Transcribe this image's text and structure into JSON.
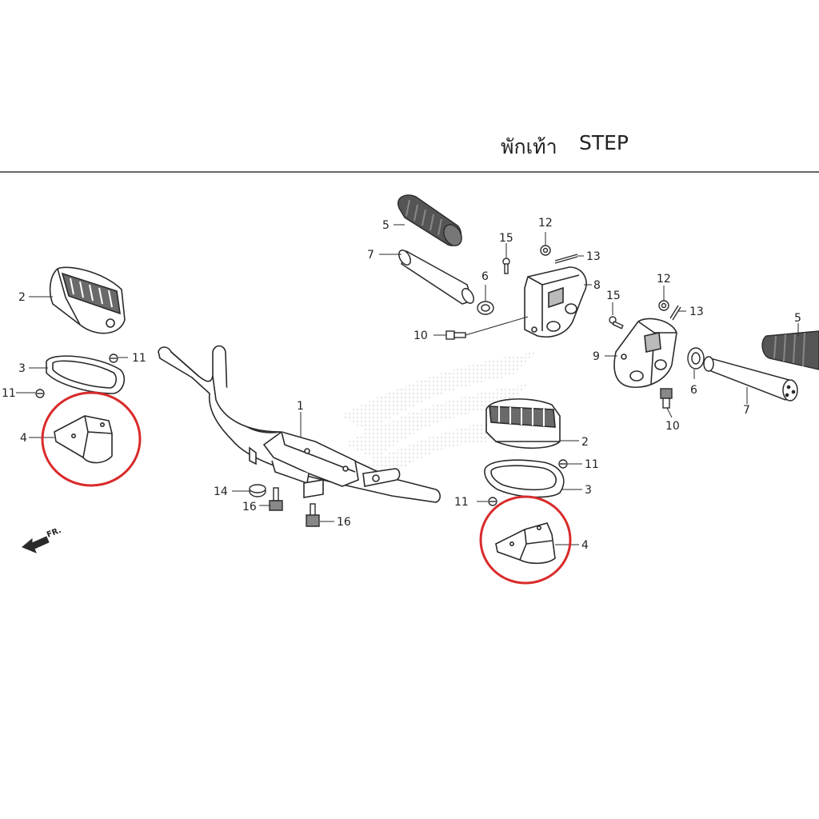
{
  "header": {
    "title_thai": "พักเท้า",
    "title_eng": "STEP"
  },
  "direction": {
    "label": "FR."
  },
  "callouts": {
    "c1": "1",
    "c2_left": "2",
    "c2_right": "2",
    "c3_left": "3",
    "c3_right": "3",
    "c4_left": "4",
    "c4_right": "4",
    "c5_left": "5",
    "c5_right": "5",
    "c6_left": "6",
    "c6_right": "6",
    "c7_left": "7",
    "c7_right": "7",
    "c8": "8",
    "c9": "9",
    "c10_left": "10",
    "c10_right": "10",
    "c11_a": "11",
    "c11_b": "11",
    "c11_c": "11",
    "c11_d": "11",
    "c12_left": "12",
    "c12_right": "12",
    "c13_left": "13",
    "c13_right": "13",
    "c14": "14",
    "c15_left": "15",
    "c15_right": "15",
    "c16_a": "16",
    "c16_b": "16"
  },
  "colors": {
    "line": "#2a2a2a",
    "highlight_circle": "#d92b2b",
    "rubber": "#5a5a5a",
    "watermark": "#e4e4e4"
  },
  "icons": {
    "front_arrow": "arrow-left-icon"
  }
}
